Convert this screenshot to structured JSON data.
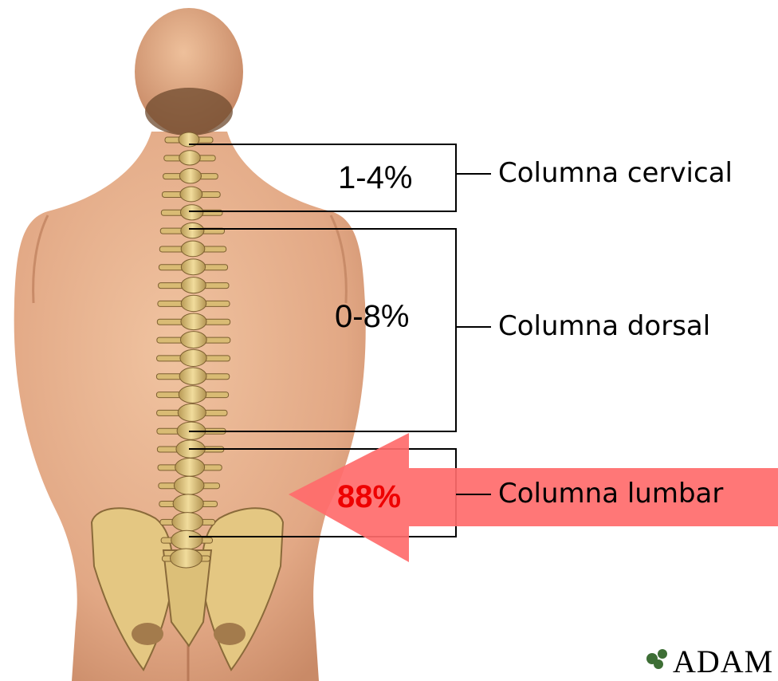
{
  "regions": [
    {
      "percent": "1-4%",
      "label": "Columna cervical",
      "highlight": false
    },
    {
      "percent": "0-8%",
      "label": "Columna dorsal",
      "highlight": false
    },
    {
      "percent": "88%",
      "label": "Columna lumbar",
      "highlight": true
    }
  ],
  "logo": "ADAM",
  "colors": {
    "arrow": "#ff6b6b",
    "highlight_text": "#ee0000",
    "skin": "#e8b48e",
    "bone": "#e9d08a"
  }
}
